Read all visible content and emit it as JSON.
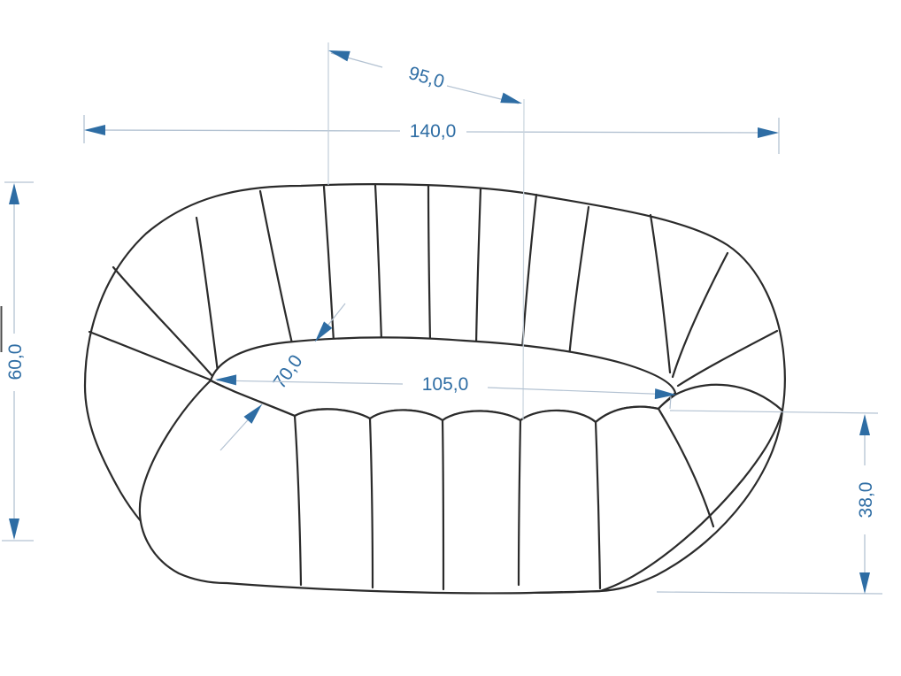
{
  "drawing": {
    "title": "sofa-technical-drawing",
    "dimensions": {
      "overall_width": {
        "label": "140,0"
      },
      "back_span": {
        "label": "95,0"
      },
      "overall_height": {
        "label": "60,0"
      },
      "seat_depth": {
        "label": "70,0"
      },
      "seat_width": {
        "label": "105,0"
      },
      "seat_height": {
        "label": "38,0"
      }
    },
    "colors": {
      "dimension_accent": "#2e6da4",
      "dimension_line": "#b3c2d2",
      "outline": "#2b2b2b",
      "background": "#ffffff"
    }
  }
}
